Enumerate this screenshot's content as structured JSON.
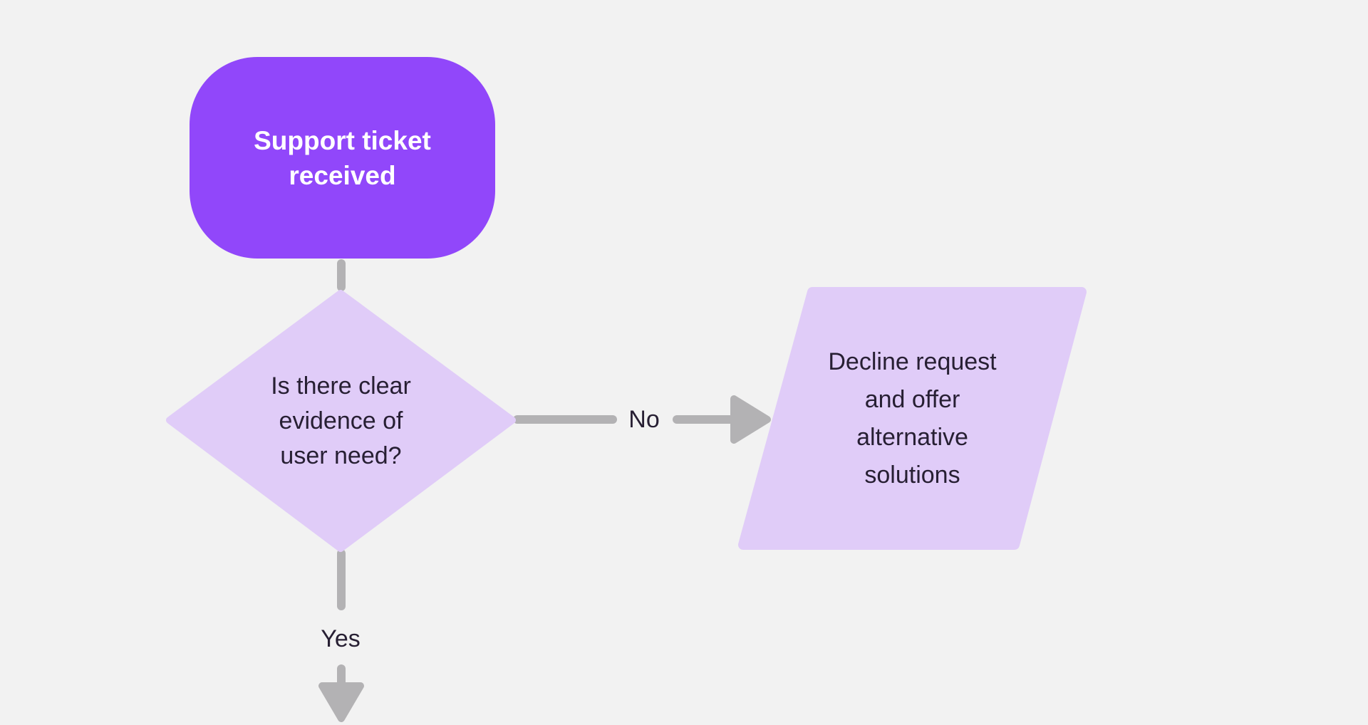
{
  "page": {
    "background": "#F2F2F2"
  },
  "diagram": {
    "type": "flowchart",
    "connector_color": "#B3B2B4",
    "nodes": [
      {
        "id": "start",
        "shape": "rounded-rectangle",
        "label": "Support ticket\nreceived",
        "fill": "#9147FA",
        "text_color": "#FFFFFF"
      },
      {
        "id": "decision",
        "shape": "diamond",
        "label": "Is there clear\nevidence of\nuser need?",
        "fill": "#E0CCF8",
        "text_color": "#271F33"
      },
      {
        "id": "output",
        "shape": "parallelogram",
        "label": "Decline request\nand offer\nalternative\nsolutions",
        "fill": "#E0CCF8",
        "text_color": "#271F33"
      }
    ],
    "edges": [
      {
        "from": "start",
        "to": "decision",
        "label": "",
        "direction": "down"
      },
      {
        "from": "decision",
        "to": "output",
        "label": "No",
        "direction": "right"
      },
      {
        "from": "decision",
        "to": "offscreen-bottom",
        "label": "Yes",
        "direction": "down"
      }
    ]
  }
}
